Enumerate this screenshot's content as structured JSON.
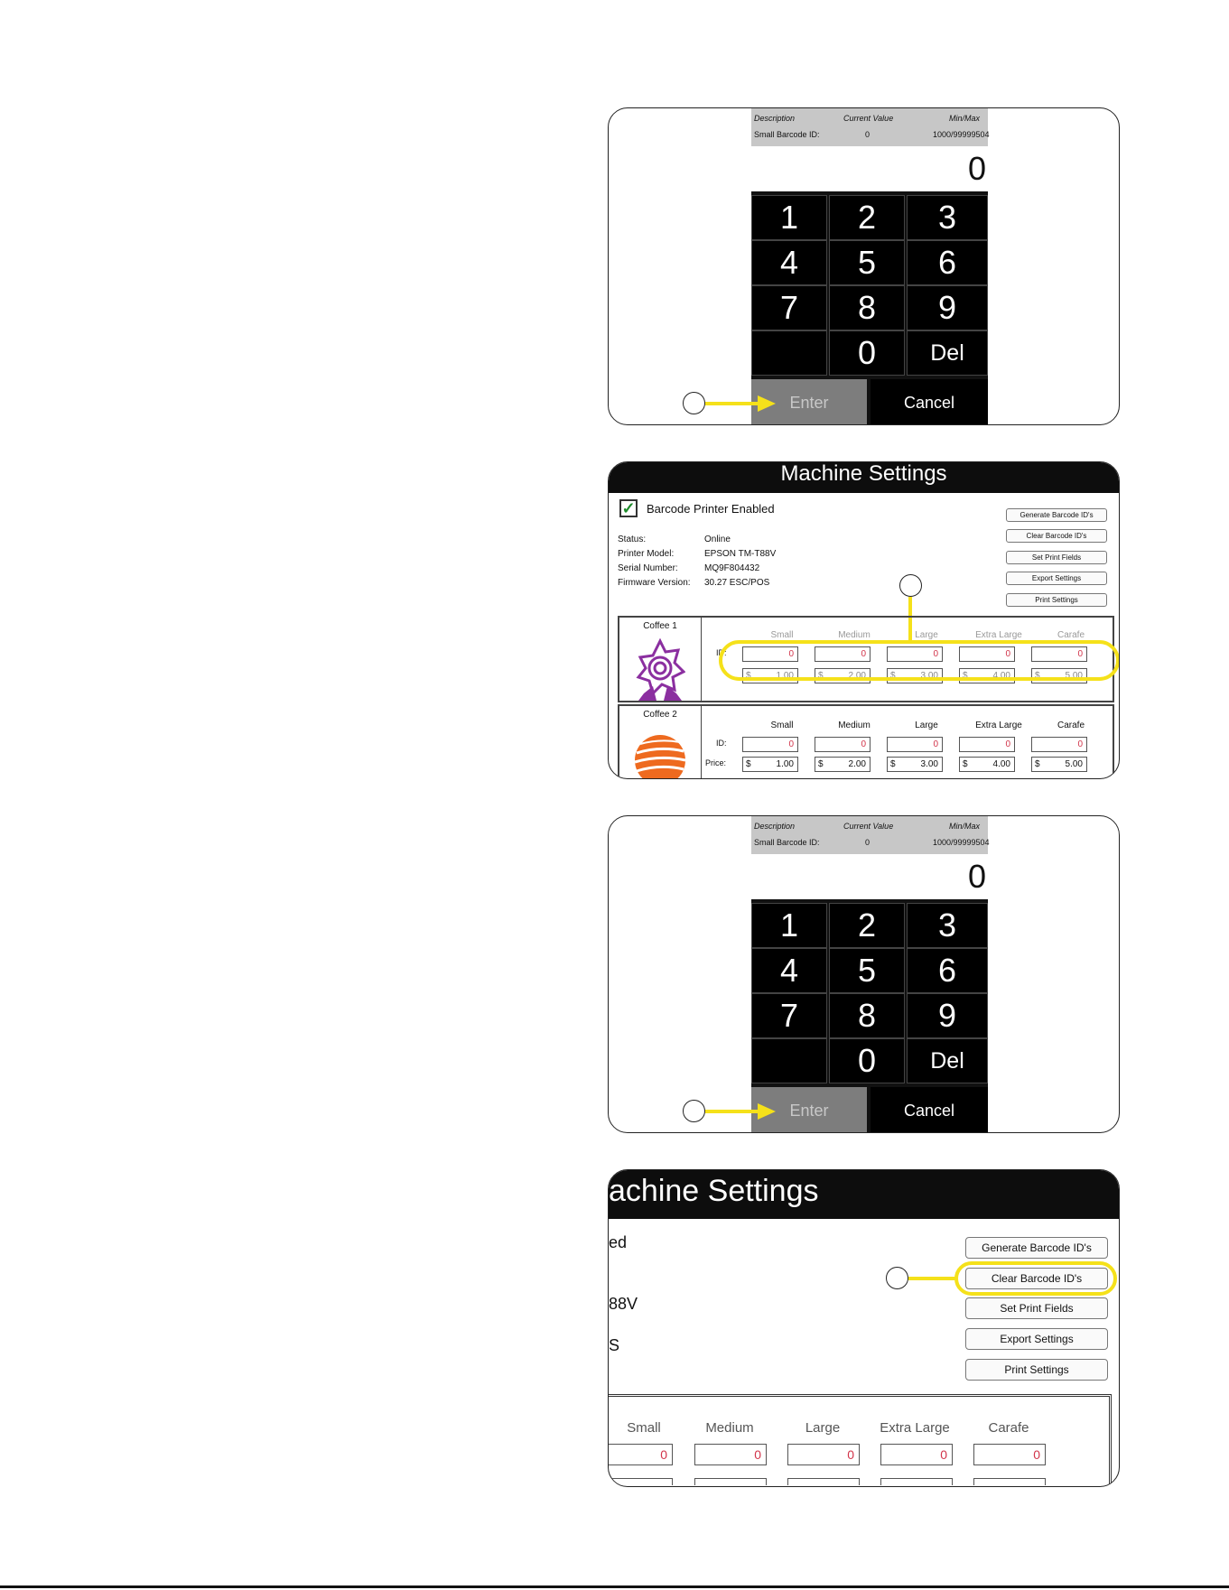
{
  "keypad": {
    "headers": [
      "Description",
      "Current Value",
      "Min/Max"
    ],
    "row": [
      "Small Barcode ID:",
      "0",
      "1000/99999504"
    ],
    "display": "0",
    "keys": [
      "1",
      "2",
      "3",
      "4",
      "5",
      "6",
      "7",
      "8",
      "9",
      "",
      "0",
      "Del"
    ],
    "enter": "Enter",
    "cancel": "Cancel"
  },
  "machine_settings": {
    "title": "Machine Settings",
    "title_cropped": "achine Settings",
    "barcode_enabled": "Barcode Printer Enabled",
    "barcode_enabled_cropped": "ed",
    "status_labels": [
      "Status:",
      "Printer Model:",
      "Serial Number:",
      "Firmware Version:"
    ],
    "status_values": [
      "Online",
      "EPSON TM-T88V",
      "MQ9F804432",
      "30.27 ESC/POS"
    ],
    "model_cropped": "88V",
    "firmware_cropped": "S",
    "buttons": [
      "Generate Barcode ID's",
      "Clear Barcode ID's",
      "Set Print Fields",
      "Export Settings",
      "Print Settings"
    ],
    "sizes": [
      "Small",
      "Medium",
      "Large",
      "Extra Large",
      "Carafe"
    ],
    "id_label": "ID:",
    "price_label": "Price:",
    "currency": "$",
    "coffee1": {
      "name": "Coffee 1",
      "ids": [
        "0",
        "0",
        "0",
        "0",
        "0"
      ],
      "prices": [
        "1.00",
        "2.00",
        "3.00",
        "4.00",
        "5.00"
      ]
    },
    "coffee2": {
      "name": "Coffee 2",
      "ids": [
        "0",
        "0",
        "0",
        "0",
        "0"
      ],
      "prices": [
        "1.00",
        "2.00",
        "3.00",
        "4.00",
        "5.00"
      ]
    }
  },
  "colors": {
    "highlight": "#f5e11a",
    "id_red": "#d2344a",
    "check_green": "#1d8b2a"
  }
}
